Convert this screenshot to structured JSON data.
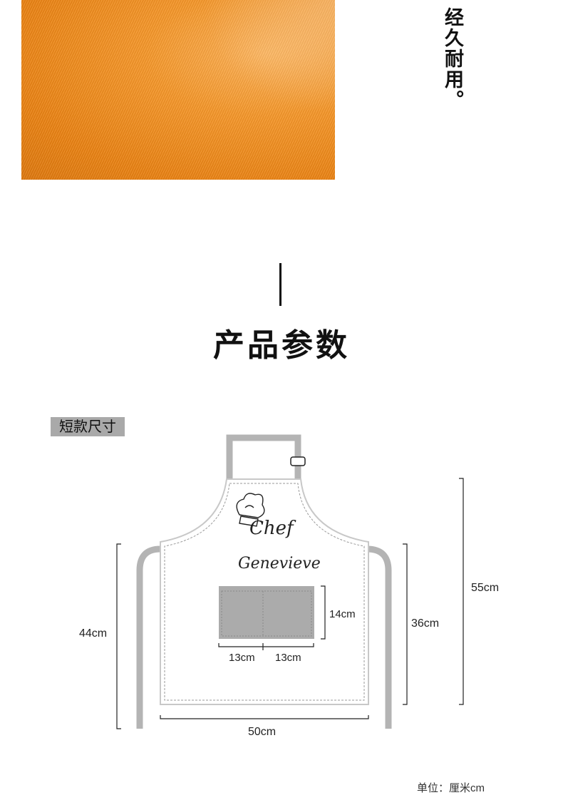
{
  "fabric_photo": {
    "icon": "orange-canvas-fabric-photo",
    "color": "#f39224"
  },
  "tagline": "经久耐用。",
  "section_title": "产品参数",
  "size_label": "短款尺寸",
  "apron": {
    "embroidery_line1": "Chef",
    "embroidery_line2": "Genevieve",
    "strap_color": "#b4b4b4",
    "pocket_color": "#ababab"
  },
  "dimensions": {
    "total_length": "55cm",
    "body_length": "36cm",
    "side_length": "44cm",
    "width": "50cm",
    "pocket_height": "14cm",
    "pocket_left_width": "13cm",
    "pocket_right_width": "13cm"
  },
  "unit_note": "单位：厘米cm"
}
